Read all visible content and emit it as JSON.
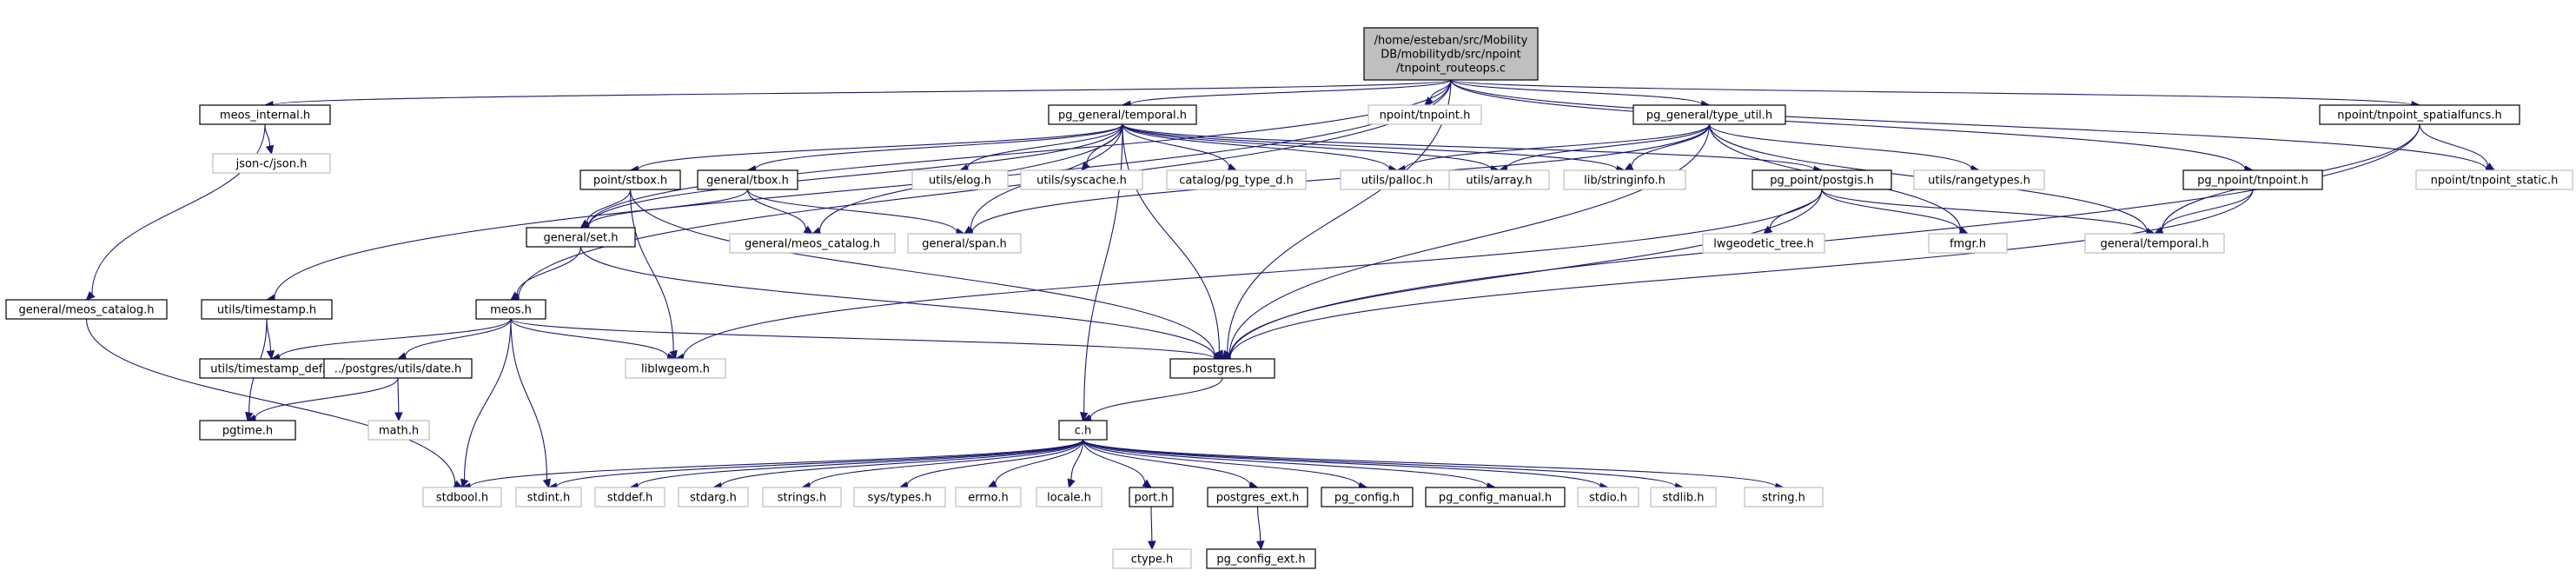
{
  "colors": {
    "root_fill": "#bfbfbf",
    "root_stroke": "#000000",
    "documented_stroke": "#000000",
    "undocumented_stroke": "#bfbfbf",
    "edge": "#191970",
    "background": "#ffffff"
  },
  "nodes": [
    {
      "id": "root",
      "lines": [
        "/home/esteban/src/Mobility",
        "DB/mobilitydb/src/npoint",
        "/tnpoint_routeops.c"
      ],
      "style": "root"
    },
    {
      "id": "meos_internal",
      "lines": [
        "meos_internal.h"
      ],
      "style": "doc"
    },
    {
      "id": "pg_temporal",
      "lines": [
        "pg_general/temporal.h"
      ],
      "style": "doc"
    },
    {
      "id": "npoint_h",
      "lines": [
        "npoint/tnpoint.h"
      ],
      "style": "undoc"
    },
    {
      "id": "type_util",
      "lines": [
        "pg_general/type_util.h"
      ],
      "style": "doc"
    },
    {
      "id": "spatialfuncs",
      "lines": [
        "npoint/tnpoint_spatialfuncs.h"
      ],
      "style": "doc"
    },
    {
      "id": "json",
      "lines": [
        "json-c/json.h"
      ],
      "style": "undoc"
    },
    {
      "id": "stbox",
      "lines": [
        "point/stbox.h"
      ],
      "style": "doc"
    },
    {
      "id": "tbox",
      "lines": [
        "general/tbox.h"
      ],
      "style": "doc"
    },
    {
      "id": "elog",
      "lines": [
        "utils/elog.h"
      ],
      "style": "undoc"
    },
    {
      "id": "syscache",
      "lines": [
        "utils/syscache.h"
      ],
      "style": "undoc"
    },
    {
      "id": "pgtyped",
      "lines": [
        "catalog/pg_type_d.h"
      ],
      "style": "undoc"
    },
    {
      "id": "palloc",
      "lines": [
        "utils/palloc.h"
      ],
      "style": "undoc"
    },
    {
      "id": "array",
      "lines": [
        "utils/array.h"
      ],
      "style": "undoc"
    },
    {
      "id": "stringinfo",
      "lines": [
        "lib/stringinfo.h"
      ],
      "style": "undoc"
    },
    {
      "id": "postgis",
      "lines": [
        "pg_point/postgis.h"
      ],
      "style": "doc"
    },
    {
      "id": "rangetypes",
      "lines": [
        "utils/rangetypes.h"
      ],
      "style": "undoc"
    },
    {
      "id": "pg_tnpoint",
      "lines": [
        "pg_npoint/tnpoint.h"
      ],
      "style": "doc"
    },
    {
      "id": "tnpoint_static",
      "lines": [
        "npoint/tnpoint_static.h"
      ],
      "style": "undoc"
    },
    {
      "id": "gen_meos_catalog_mid",
      "lines": [
        "general/meos_catalog.h"
      ],
      "style": "undoc"
    },
    {
      "id": "span",
      "lines": [
        "general/span.h"
      ],
      "style": "undoc"
    },
    {
      "id": "set",
      "lines": [
        "general/set.h"
      ],
      "style": "doc"
    },
    {
      "id": "lwgeodetic",
      "lines": [
        "lwgeodetic_tree.h"
      ],
      "style": "undoc"
    },
    {
      "id": "fmgr",
      "lines": [
        "fmgr.h"
      ],
      "style": "undoc"
    },
    {
      "id": "gen_temporal",
      "lines": [
        "general/temporal.h"
      ],
      "style": "undoc"
    },
    {
      "id": "gen_meos_catalog_left",
      "lines": [
        "general/meos_catalog.h"
      ],
      "style": "doc"
    },
    {
      "id": "timestamp",
      "lines": [
        "utils/timestamp.h"
      ],
      "style": "doc"
    },
    {
      "id": "meos",
      "lines": [
        "meos.h"
      ],
      "style": "doc"
    },
    {
      "id": "timestamp_def",
      "lines": [
        "utils/timestamp_def.h"
      ],
      "style": "doc"
    },
    {
      "id": "date",
      "lines": [
        "../postgres/utils/date.h"
      ],
      "style": "doc"
    },
    {
      "id": "liblwgeom",
      "lines": [
        "liblwgeom.h"
      ],
      "style": "undoc"
    },
    {
      "id": "postgres",
      "lines": [
        "postgres.h"
      ],
      "style": "doc"
    },
    {
      "id": "pgtime",
      "lines": [
        "pgtime.h"
      ],
      "style": "doc"
    },
    {
      "id": "math",
      "lines": [
        "math.h"
      ],
      "style": "undoc"
    },
    {
      "id": "c",
      "lines": [
        "c.h"
      ],
      "style": "doc"
    },
    {
      "id": "stdbool",
      "lines": [
        "stdbool.h"
      ],
      "style": "undoc"
    },
    {
      "id": "stdint",
      "lines": [
        "stdint.h"
      ],
      "style": "undoc"
    },
    {
      "id": "stddef",
      "lines": [
        "stddef.h"
      ],
      "style": "undoc"
    },
    {
      "id": "stdarg",
      "lines": [
        "stdarg.h"
      ],
      "style": "undoc"
    },
    {
      "id": "strings",
      "lines": [
        "strings.h"
      ],
      "style": "undoc"
    },
    {
      "id": "systypes",
      "lines": [
        "sys/types.h"
      ],
      "style": "undoc"
    },
    {
      "id": "errno",
      "lines": [
        "errno.h"
      ],
      "style": "undoc"
    },
    {
      "id": "locale",
      "lines": [
        "locale.h"
      ],
      "style": "undoc"
    },
    {
      "id": "port",
      "lines": [
        "port.h"
      ],
      "style": "doc"
    },
    {
      "id": "postgres_ext",
      "lines": [
        "postgres_ext.h"
      ],
      "style": "doc"
    },
    {
      "id": "pg_config",
      "lines": [
        "pg_config.h"
      ],
      "style": "doc"
    },
    {
      "id": "pg_config_manual",
      "lines": [
        "pg_config_manual.h"
      ],
      "style": "doc"
    },
    {
      "id": "stdio",
      "lines": [
        "stdio.h"
      ],
      "style": "undoc"
    },
    {
      "id": "stdlib",
      "lines": [
        "stdlib.h"
      ],
      "style": "undoc"
    },
    {
      "id": "string",
      "lines": [
        "string.h"
      ],
      "style": "undoc"
    },
    {
      "id": "ctype",
      "lines": [
        "ctype.h"
      ],
      "style": "undoc"
    },
    {
      "id": "pg_config_ext",
      "lines": [
        "pg_config_ext.h"
      ],
      "style": "doc"
    }
  ],
  "edges": [
    [
      "root",
      "meos_internal"
    ],
    [
      "root",
      "pg_temporal"
    ],
    [
      "root",
      "npoint_h"
    ],
    [
      "root",
      "type_util"
    ],
    [
      "root",
      "spatialfuncs"
    ],
    [
      "root",
      "tnpoint_static"
    ],
    [
      "root",
      "set"
    ],
    [
      "root",
      "meos"
    ],
    [
      "root",
      "timestamp"
    ],
    [
      "root",
      "postgres"
    ],
    [
      "root",
      "pg_tnpoint"
    ],
    [
      "meos_internal",
      "json"
    ],
    [
      "meos_internal",
      "gen_meos_catalog_left"
    ],
    [
      "pg_temporal",
      "stbox"
    ],
    [
      "pg_temporal",
      "tbox"
    ],
    [
      "pg_temporal",
      "elog"
    ],
    [
      "pg_temporal",
      "syscache"
    ],
    [
      "pg_temporal",
      "pgtyped"
    ],
    [
      "pg_temporal",
      "palloc"
    ],
    [
      "pg_temporal",
      "array"
    ],
    [
      "pg_temporal",
      "stringinfo"
    ],
    [
      "pg_temporal",
      "postgis"
    ],
    [
      "pg_temporal",
      "gen_meos_catalog_mid"
    ],
    [
      "pg_temporal",
      "span"
    ],
    [
      "pg_temporal",
      "set"
    ],
    [
      "pg_temporal",
      "postgres"
    ],
    [
      "pg_temporal",
      "c"
    ],
    [
      "type_util",
      "palloc"
    ],
    [
      "type_util",
      "array"
    ],
    [
      "type_util",
      "stringinfo"
    ],
    [
      "type_util",
      "rangetypes"
    ],
    [
      "type_util",
      "span"
    ],
    [
      "type_util",
      "fmgr"
    ],
    [
      "type_util",
      "gen_temporal"
    ],
    [
      "type_util",
      "postgres"
    ],
    [
      "spatialfuncs",
      "tnpoint_static"
    ],
    [
      "spatialfuncs",
      "gen_temporal"
    ],
    [
      "spatialfuncs",
      "postgres"
    ],
    [
      "stbox",
      "set"
    ],
    [
      "stbox",
      "liblwgeom"
    ],
    [
      "stbox",
      "postgres"
    ],
    [
      "tbox",
      "set"
    ],
    [
      "tbox",
      "span"
    ],
    [
      "tbox",
      "gen_meos_catalog_mid"
    ],
    [
      "postgis",
      "lwgeodetic"
    ],
    [
      "postgis",
      "fmgr"
    ],
    [
      "postgis",
      "gen_temporal"
    ],
    [
      "postgis",
      "postgres"
    ],
    [
      "postgis",
      "liblwgeom"
    ],
    [
      "pg_tnpoint",
      "gen_temporal"
    ],
    [
      "pg_tnpoint",
      "postgres"
    ],
    [
      "set",
      "meos"
    ],
    [
      "set",
      "postgres"
    ],
    [
      "gen_meos_catalog_left",
      "stdbool"
    ],
    [
      "timestamp",
      "timestamp_def"
    ],
    [
      "timestamp",
      "pgtime"
    ],
    [
      "meos",
      "timestamp_def"
    ],
    [
      "meos",
      "date"
    ],
    [
      "meos",
      "liblwgeom"
    ],
    [
      "meos",
      "postgres"
    ],
    [
      "meos",
      "stdbool"
    ],
    [
      "meos",
      "stdint"
    ],
    [
      "date",
      "pgtime"
    ],
    [
      "date",
      "math"
    ],
    [
      "postgres",
      "c"
    ],
    [
      "c",
      "stdbool"
    ],
    [
      "c",
      "stdint"
    ],
    [
      "c",
      "stddef"
    ],
    [
      "c",
      "stdarg"
    ],
    [
      "c",
      "strings"
    ],
    [
      "c",
      "systypes"
    ],
    [
      "c",
      "errno"
    ],
    [
      "c",
      "locale"
    ],
    [
      "c",
      "port"
    ],
    [
      "c",
      "postgres_ext"
    ],
    [
      "c",
      "pg_config"
    ],
    [
      "c",
      "pg_config_manual"
    ],
    [
      "c",
      "stdio"
    ],
    [
      "c",
      "stdlib"
    ],
    [
      "c",
      "string"
    ],
    [
      "port",
      "ctype"
    ],
    [
      "postgres_ext",
      "pg_config_ext"
    ]
  ]
}
